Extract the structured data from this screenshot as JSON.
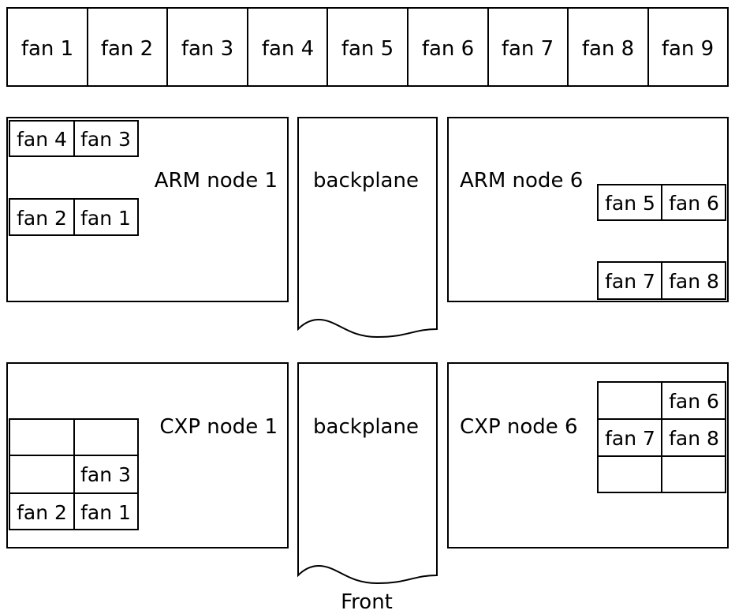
{
  "top_fans": [
    "fan 1",
    "fan 2",
    "fan 3",
    "fan 4",
    "fan 5",
    "fan 6",
    "fan 7",
    "fan 8",
    "fan 9"
  ],
  "arm_node_1": {
    "label": "ARM node 1",
    "fans": [
      "fan 4",
      "fan 3",
      "fan 2",
      "fan 1"
    ]
  },
  "arm_node_6": {
    "label": "ARM node 6",
    "fans": [
      "fan 5",
      "fan 6",
      "fan 7",
      "fan 8"
    ]
  },
  "cxp_node_1": {
    "label": "CXP node 1",
    "fans": [
      "fan 3",
      "fan 2",
      "fan 1"
    ]
  },
  "cxp_node_6": {
    "label": "CXP node 6",
    "fans": [
      "fan 6",
      "fan 7",
      "fan 8"
    ]
  },
  "backplane_upper": {
    "label": "backplane"
  },
  "backplane_lower": {
    "label": "backplane"
  },
  "front_label": "Front"
}
